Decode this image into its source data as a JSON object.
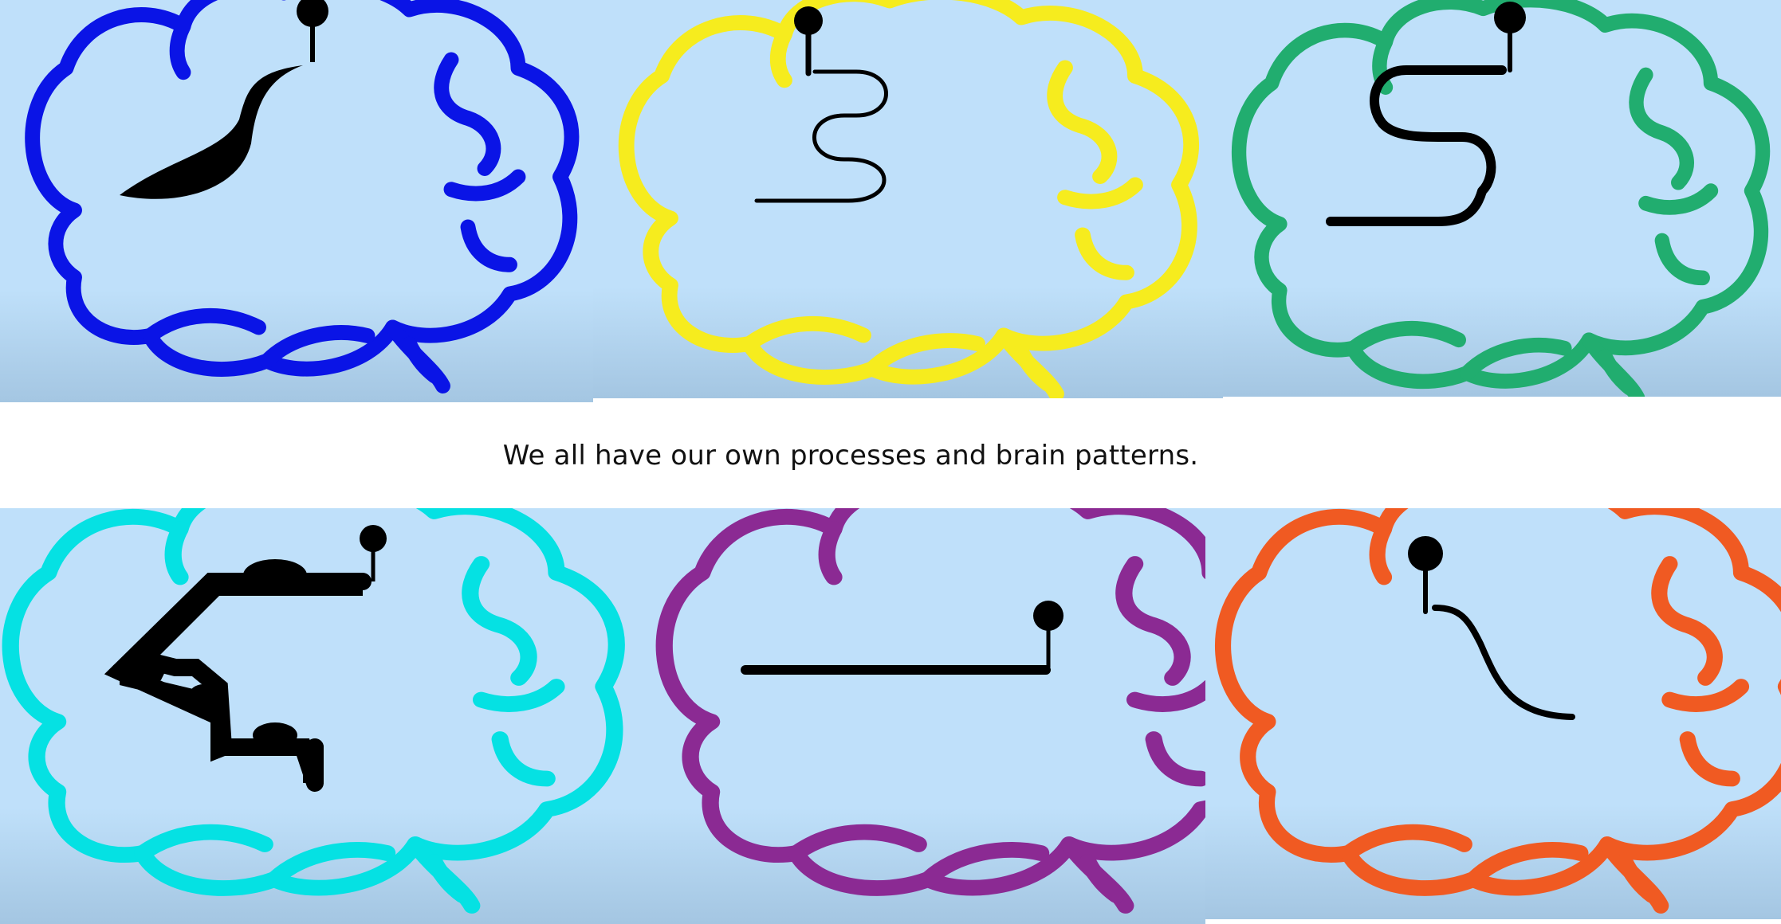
{
  "caption": "We all have our own processes and brain patterns.",
  "colors": {
    "background_light": "#bfe0fa",
    "background_dark": "#a4c6e2",
    "pattern": "#000000",
    "panels": [
      "#0a14e6",
      "#f6ec1e",
      "#21ad6f",
      "#05e1e3",
      "#8b2a93",
      "#f05a22"
    ]
  },
  "icons": {
    "panel_1": "brain-outline-icon with curved-swoosh pattern",
    "panel_2": "brain-outline-icon with winding-line pattern",
    "panel_3": "brain-outline-icon with s-curve pattern",
    "panel_4": "brain-outline-icon with stairstep pattern",
    "panel_5": "brain-outline-icon with straight-line pattern",
    "panel_6": "brain-outline-icon with wave pattern"
  }
}
